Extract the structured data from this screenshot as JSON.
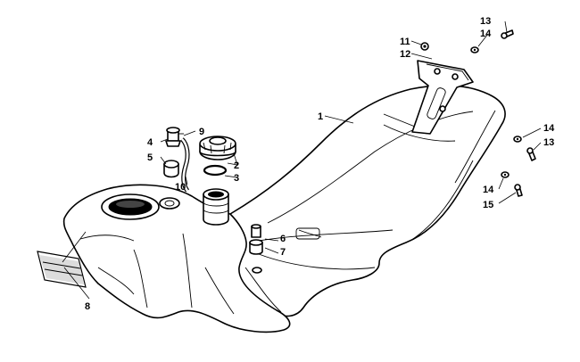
{
  "diagram": {
    "callouts": [
      {
        "id": "c1",
        "label": "1"
      },
      {
        "id": "c2",
        "label": "2"
      },
      {
        "id": "c3",
        "label": "3"
      },
      {
        "id": "c4",
        "label": "4"
      },
      {
        "id": "c5",
        "label": "5"
      },
      {
        "id": "c6",
        "label": "6"
      },
      {
        "id": "c7",
        "label": "7"
      },
      {
        "id": "c8",
        "label": "8"
      },
      {
        "id": "c9",
        "label": "9"
      },
      {
        "id": "c10",
        "label": "10"
      },
      {
        "id": "c11",
        "label": "11"
      },
      {
        "id": "c12",
        "label": "12"
      },
      {
        "id": "c13a",
        "label": "13"
      },
      {
        "id": "c14a",
        "label": "14"
      },
      {
        "id": "c14b",
        "label": "14"
      },
      {
        "id": "c13b",
        "label": "13"
      },
      {
        "id": "c14c",
        "label": "14"
      },
      {
        "id": "c15",
        "label": "15"
      }
    ]
  }
}
